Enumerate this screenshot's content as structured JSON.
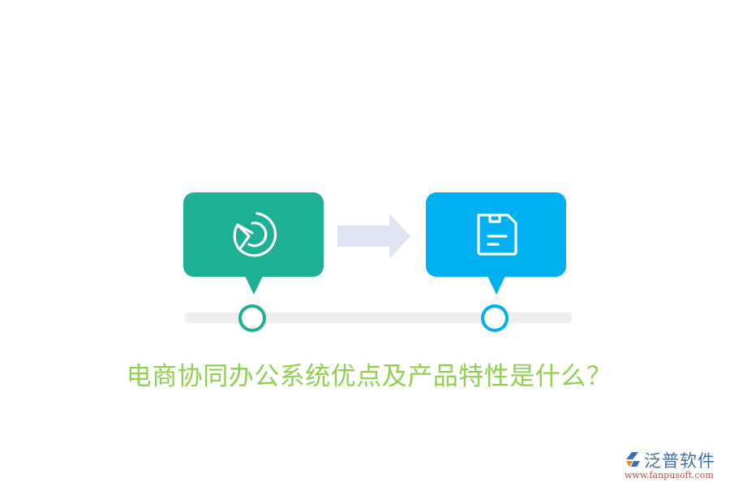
{
  "diagram": {
    "steps": [
      {
        "icon": "radar-play-icon",
        "color": "#1db093"
      },
      {
        "icon": "save-document-icon",
        "color": "#00b0f0"
      }
    ],
    "connector": {
      "icon": "arrow-right-icon",
      "color": "#e1e4f3"
    },
    "timeline": {
      "color": "#efefef"
    }
  },
  "title": "电商协同办公系统优点及产品特性是什么？",
  "title_color": "#8fd14f",
  "watermark": {
    "name": "泛普软件",
    "url": "www.fanpusoft.com"
  }
}
